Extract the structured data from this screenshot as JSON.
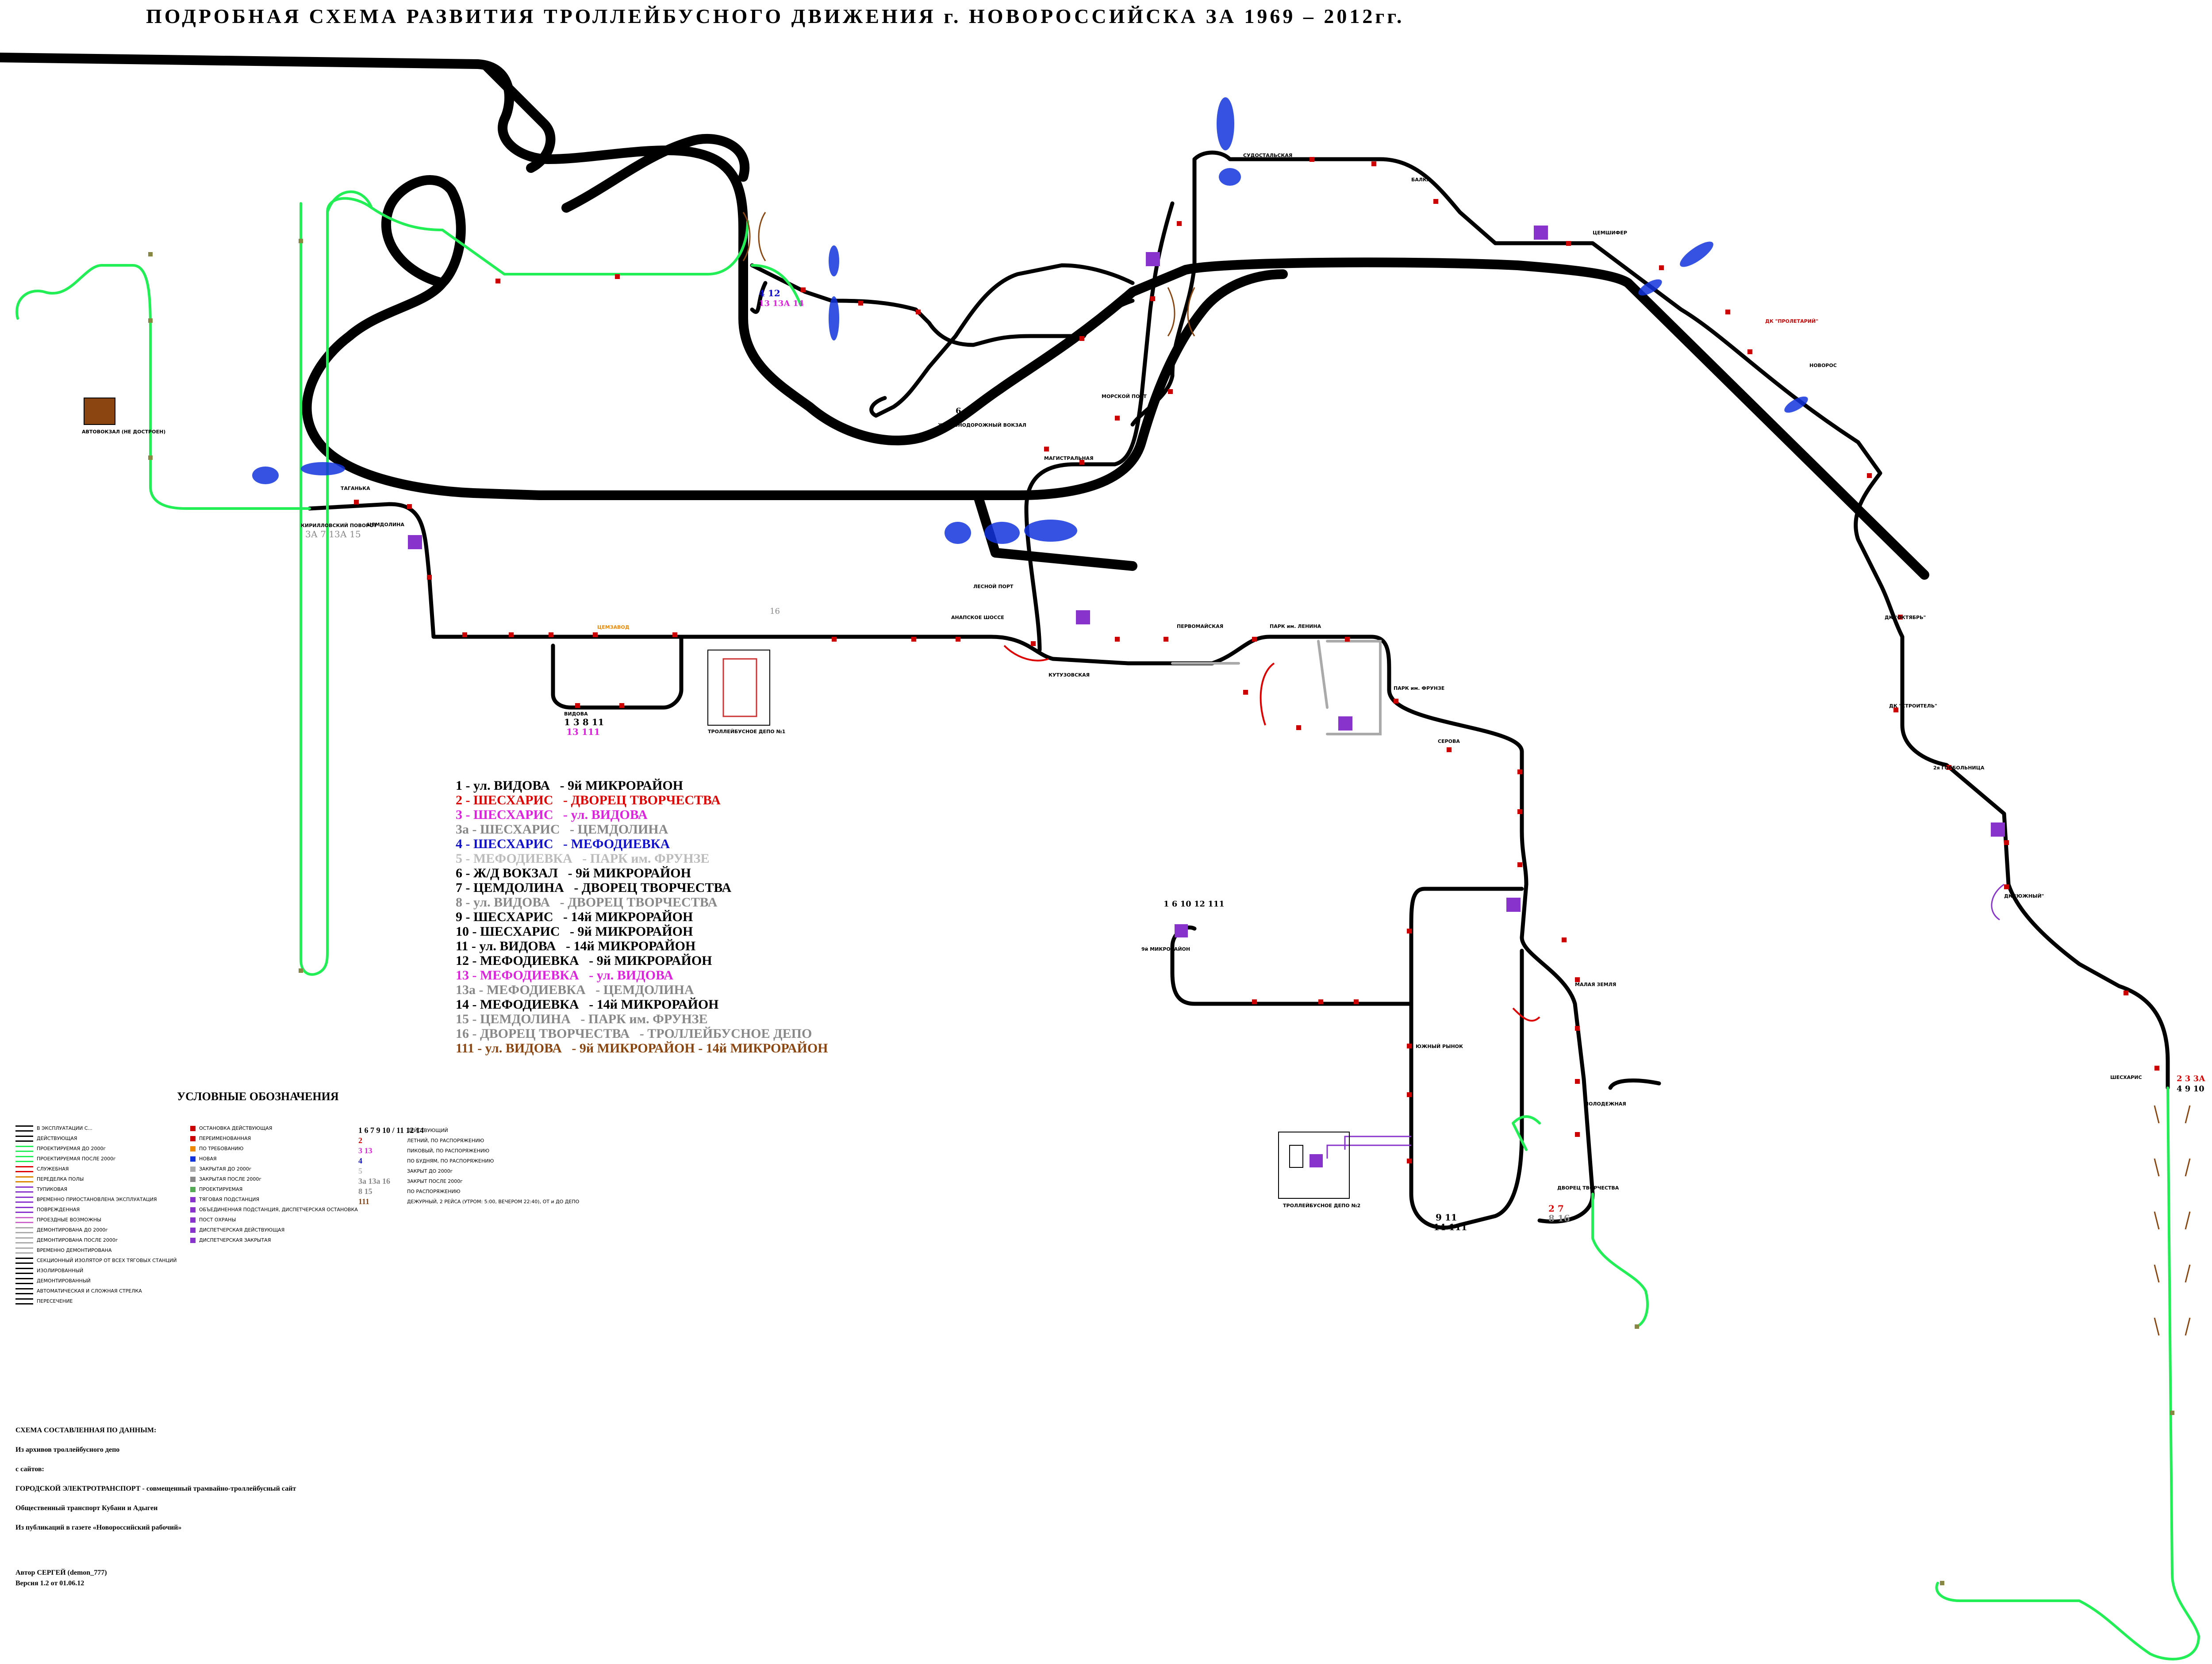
{
  "title": "ПОДРОБНАЯ   СХЕМА  РАЗВИТИЯ  ТРОЛЛЕЙБУСНОГО  ДВИЖЕНИЯ   г. НОВОРОССИЙСКА ЗА   1969 – 2012гг.",
  "colors": {
    "active": "#000000",
    "projected_before": "#22ee55",
    "closed": "#aaaaaa",
    "stop": "#cc0000",
    "blue_feature": "#1133dd",
    "depot": "#8a4510",
    "substation": "#8833cc"
  },
  "routes": [
    {
      "num": "1",
      "from": "ул. ВИДОВА",
      "to": "9й МИКРОРАЙОН",
      "color": "#000000"
    },
    {
      "num": "2",
      "from": "ШЕСХАРИС",
      "to": "ДВОРЕЦ ТВОРЧЕСТВА",
      "color": "#dd0000"
    },
    {
      "num": "3",
      "from": "ШЕСХАРИС",
      "to": "ул. ВИДОВА",
      "color": "#dd22dd"
    },
    {
      "num": "3а",
      "from": "ШЕСХАРИС",
      "to": "ЦЕМДОЛИНА",
      "color": "#888888"
    },
    {
      "num": "4",
      "from": "ШЕСХАРИС",
      "to": "МЕФОДИЕВКА",
      "color": "#1111cc"
    },
    {
      "num": "5",
      "from": "МЕФОДИЕВКА",
      "to": "ПАРК им. ФРУНЗЕ",
      "color": "#bbbbbb"
    },
    {
      "num": "6",
      "from": "Ж/Д ВОКЗАЛ",
      "to": "9й МИКРОРАЙОН",
      "color": "#000000"
    },
    {
      "num": "7",
      "from": "ЦЕМДОЛИНА",
      "to": "ДВОРЕЦ ТВОРЧЕСТВА",
      "color": "#000000"
    },
    {
      "num": "8",
      "from": "ул. ВИДОВА",
      "to": "ДВОРЕЦ ТВОРЧЕСТВА",
      "color": "#888888"
    },
    {
      "num": "9",
      "from": "ШЕСХАРИС",
      "to": "14й МИКРОРАЙОН",
      "color": "#000000"
    },
    {
      "num": "10",
      "from": "ШЕСХАРИС",
      "to": "9й МИКРОРАЙОН",
      "color": "#000000"
    },
    {
      "num": "11",
      "from": "ул. ВИДОВА",
      "to": "14й МИКРОРАЙОН",
      "color": "#000000"
    },
    {
      "num": "12",
      "from": "МЕФОДИЕВКА",
      "to": "9й МИКРОРАЙОН",
      "color": "#000000"
    },
    {
      "num": "13",
      "from": "МЕФОДИЕВКА",
      "to": "ул. ВИДОВА",
      "color": "#dd22dd"
    },
    {
      "num": "13а",
      "from": "МЕФОДИЕВКА",
      "to": "ЦЕМДОЛИНА",
      "color": "#888888"
    },
    {
      "num": "14",
      "from": "МЕФОДИЕВКА",
      "to": "14й МИКРОРАЙОН",
      "color": "#000000"
    },
    {
      "num": "15",
      "from": "ЦЕМДОЛИНА",
      "to": "ПАРК им. ФРУНЗЕ",
      "color": "#888888"
    },
    {
      "num": "16",
      "from": "ДВОРЕЦ ТВОРЧЕСТВА",
      "to": "ТРОЛЛЕЙБУСНОЕ ДЕПО",
      "color": "#888888"
    },
    {
      "num": "111",
      "from": "ул. ВИДОВА",
      "to": "9й МИКРОРАЙОН - 14й МИКРОРАЙОН",
      "color": "#8a4510"
    }
  ],
  "legend_title": "УСЛОВНЫЕ ОБОЗНАЧЕНИЯ",
  "legend_lines": [
    {
      "label": "В ЭКСПЛУАТАЦИИ С...",
      "color": "#000000"
    },
    {
      "label": "ДЕЙСТВУЮЩАЯ",
      "color": "#000000"
    },
    {
      "label": "ПРОЕКТИРУЕМАЯ ДО 2000г",
      "color": "#22ee55"
    },
    {
      "label": "ПРОЕКТИРУЕМАЯ ПОСЛЕ 2000г",
      "color": "#22ee55"
    },
    {
      "label": "СЛУЖЕБНАЯ",
      "color": "#dd0000"
    },
    {
      "label": "ПЕРЕДЕЛКА ПОЛЫ",
      "color": "#dd8800"
    },
    {
      "label": "ТУПИКОВАЯ",
      "color": "#8833cc"
    },
    {
      "label": "ВРЕМЕННО ПРИОСТАНОВЛЕНА ЭКСПЛУАТАЦИЯ",
      "color": "#8833cc"
    },
    {
      "label": "ПОВРЕЖДЕННАЯ",
      "color": "#8833cc"
    },
    {
      "label": "ПРОЕЗДНЫЕ ВОЗМОЖНЫ",
      "color": "#cc66cc"
    },
    {
      "label": "ДЕМОНТИРОВАНА ДО 2000г",
      "color": "#aaaaaa"
    },
    {
      "label": "ДЕМОНТИРОВАНА ПОСЛЕ 2000г",
      "color": "#aaaaaa"
    },
    {
      "label": "ВРЕМЕННО ДЕМОНТИРОВАНА",
      "color": "#aaaaaa"
    },
    {
      "label": "СЕКЦИОННЫЙ ИЗОЛЯТОР ОТ ВСЕХ ТЯГОВЫХ СТАНЦИЙ",
      "color": "#000000"
    },
    {
      "label": "ИЗОЛИРОВАННЫЙ",
      "color": "#000000"
    },
    {
      "label": "ДЕМОНТИРОВАННЫЙ",
      "color": "#000000"
    },
    {
      "label": "АВТОМАТИЧЕСКАЯ И СЛОЖНАЯ СТРЕЛКА",
      "color": "#000000"
    },
    {
      "label": "ПЕРЕСЕЧЕНИЕ",
      "color": "#000000"
    }
  ],
  "legend_stops": [
    {
      "label": "ОСТАНОВКА ДЕЙСТВУЮЩАЯ",
      "color": "#cc0000"
    },
    {
      "label": "ПЕРЕИМЕНОВАННАЯ",
      "color": "#cc0000"
    },
    {
      "label": "ПО ТРЕБОВАНИЮ",
      "color": "#ee8800"
    },
    {
      "label": "НОВАЯ",
      "color": "#1133dd"
    },
    {
      "label": "ЗАКРЫТАЯ ДО 2000г",
      "color": "#aaaaaa"
    },
    {
      "label": "ЗАКРЫТАЯ ПОСЛЕ 2000г",
      "color": "#888888"
    },
    {
      "label": "ПРОЕКТИРУЕМАЯ",
      "color": "#55aa55"
    },
    {
      "label": "ТЯГОВАЯ ПОДСТАНЦИЯ",
      "color": "#8833cc"
    },
    {
      "label": "ОБЪЕДИНЕННАЯ ПОДСТАНЦИЯ, ДИСПЕТЧЕРСКАЯ ОСТАНОВКА",
      "color": "#8833cc"
    },
    {
      "label": "ПОСТ ОХРАНЫ",
      "color": "#8833cc"
    },
    {
      "label": "ДИСПЕТЧЕРСКАЯ ДЕЙСТВУЮЩАЯ",
      "color": "#8833cc"
    },
    {
      "label": "ДИСПЕТЧЕРСКАЯ ЗАКРЫТАЯ",
      "color": "#8833cc"
    }
  ],
  "legend_numbers": [
    {
      "nums": "1 6 7 9 10 / 11 12 14",
      "label": "ДЕЙСТВУЮЩИЙ",
      "color": "#000000"
    },
    {
      "nums": "2",
      "label": "ЛЕТНИЙ, ПО РАСПОРЯЖЕНИЮ",
      "color": "#dd0000"
    },
    {
      "nums": "3  13",
      "label": "ПИКОВЫЙ, ПО РАСПОРЯЖЕНИЮ",
      "color": "#dd22dd"
    },
    {
      "nums": "4",
      "label": "ПО БУДНЯМ, ПО РАСПОРЯЖЕНИЮ",
      "color": "#1111cc"
    },
    {
      "nums": "5",
      "label": "ЗАКРЫТ ДО 2000г",
      "color": "#bbbbbb"
    },
    {
      "nums": "3а 13а 16",
      "label": "ЗАКРЫТ ПОСЛЕ 2000г",
      "color": "#888888"
    },
    {
      "nums": "8  15",
      "label": "ПО РАСПОРЯЖЕНИЮ",
      "color": "#888888"
    },
    {
      "nums": "111",
      "label": "ДЕЖУРНЫЙ, 2 РЕЙСА (УТРОМ: 5:00, ВЕЧЕРОМ 22:40), ОТ и ДО ДЕПО",
      "color": "#8a4510"
    }
  ],
  "sources_title": "СХЕМА СОСТАВЛЕННАЯ ПО ДАННЫМ:",
  "sources": [
    "Из архивов троллейбусного депо",
    "с сайтов:",
    "ГОРОДСКОЙ ЭЛЕКТРОТРАНСПОРТ - совмещенный трамвайно-троллейбусный сайт",
    "Общественный транспорт Кубани и Адыгеи",
    "Из публикаций в газете «Новороссийский рабочий»"
  ],
  "author": "Автор  СЕРГЕЙ (demon_777)",
  "version": "Версия 1.2   от 01.06.12",
  "map_labels": {
    "kirill": "КИРИЛЛОВСКИЙ ПОВОРОТ",
    "kirill_routes": "3А 7 13А 15",
    "shedovlina": "ЦЕМДОЛИНА",
    "tagaeva": "ТАГАНЬКА",
    "vidova": "ВИДОВА",
    "vidova_routes": "1 3 8 11",
    "vidova_routes2": "13 111",
    "depot1": "ТРОЛЛЕЙБУСНОЕ ДЕПО №1",
    "depot2": "ТРОЛЛЕЙБУСНОЕ ДЕПО №2",
    "mefodievka_routes": "4  12",
    "mefodievka_routes2": "13 13А  14",
    "vokzal": "ЖЕЛЕЗНОДОРОЖНЫЙ ВОКЗАЛ",
    "vokzal_num": "6",
    "ninth": "1 6 10 12  111",
    "ninth_label": "9й МИКРОРАЙОН",
    "fourteenth_routes": "9 11",
    "fourteenth_routes2": "14 111",
    "dvorets": "ДВОРЕЦ ТВОРЧЕСТВА",
    "dvorets_routes": "2 7",
    "dvorets_routes2": "8 16",
    "sheskharis": "ШЕСХАРИС",
    "sheskharis_routes": "2  3  3А",
    "sheskharis_routes2": "4  9  10",
    "avtovokzal": "АВТОВОКЗАЛ (НЕ ДОСТРОЕН)",
    "route16": "16",
    "tsemzavod": "ЦЕМЗАВОД",
    "pervomayskaya": "ПЕРВОМАЙСКАЯ",
    "lenina": "ПАРК им. ЛЕНИНА",
    "frunze": "ПАРК им. ФРУНЗЕ",
    "serova": "СЕРОВА",
    "kutuzov": "КУТУЗОВСКАЯ",
    "oktyabr": "ДК \"ОКТЯБРЬ\"",
    "stroitel": "ДК \"СТРОИТЕЛЬ\"",
    "proletariy": "ДК \"ПРОЛЕТАРИЙ\"",
    "yuzhny": "ДК \"ЮЖНЫЙ\"",
    "gorbolnica": "2я ГОРБОЛЬНИЦА",
    "molodezhnaya": "МОЛОДЕЖНАЯ",
    "malaya_zemlya": "МАЛАЯ ЗЕМЛЯ",
    "yuzhny_rynok": "ЮЖНЫЙ РЫНОК",
    "anapskoe": "АНАПСКОЕ ШОССЕ",
    "morport": "МОРСКОЙ ПОРТ",
    "magistralnaya": "МАГИСТРАЛЬНАЯ",
    "lesnoy_port": "ЛЕСНОЙ ПОРТ",
    "sudostalskaya": "СУДОСТАЛЬСКАЯ",
    "balka": "БАЛКА",
    "tsemshifer": "ЦЕМШИФЕР",
    "novoros": "НОВОРОС"
  }
}
